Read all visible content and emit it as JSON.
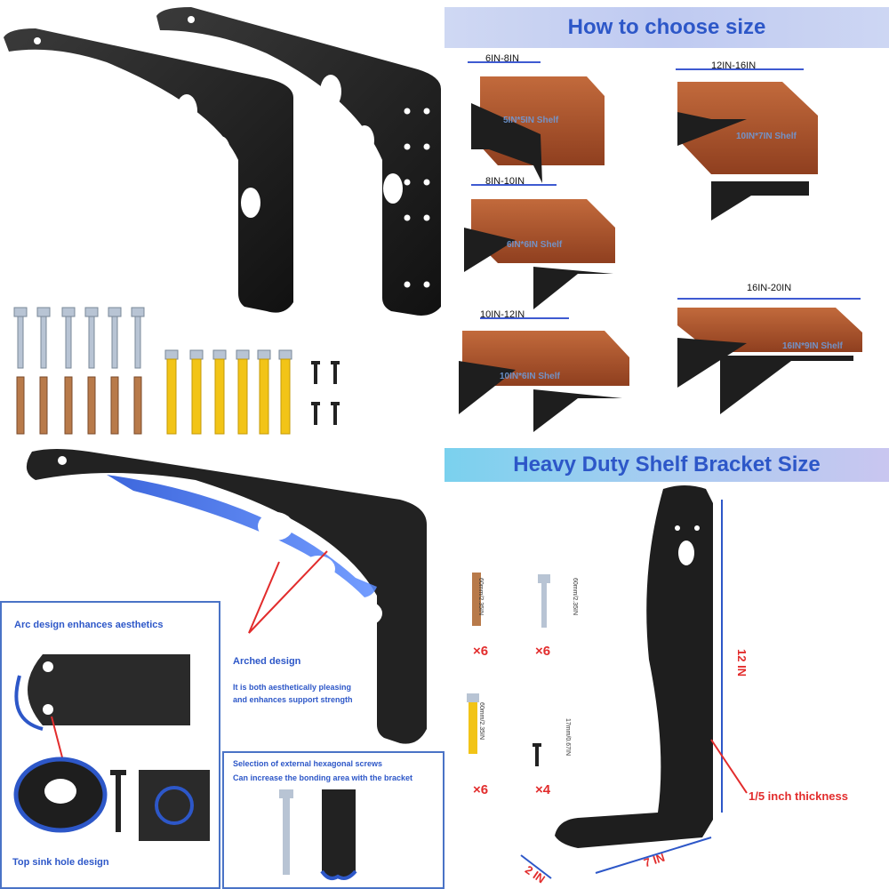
{
  "banners": {
    "choose_size": "How to choose size",
    "heavy_duty": "Heavy Duty Shelf Bracket  Size"
  },
  "shelf_options": [
    {
      "range": "6IN-8IN",
      "shelf": "5IN*5IN Shelf"
    },
    {
      "range": "12IN-16IN",
      "shelf": "10IN*7IN Shelf"
    },
    {
      "range": "8IN-10IN",
      "shelf": "6IN*6IN Shelf"
    },
    {
      "range": "10IN-12IN",
      "shelf": "10IN*6IN Shelf"
    },
    {
      "range": "16IN-20IN",
      "shelf": "16IN*9IN Shelf"
    }
  ],
  "features": {
    "arc_title": "Arc design enhances aesthetics",
    "arched_label": "Arched design",
    "arched_note_1": "It is both aesthetically pleasing",
    "arched_note_2": "and enhances support strength",
    "sink_hole": "Top sink hole design",
    "hex_note_1": "Selection of external hexagonal screws",
    "hex_note_2": "Can increase the bonding area with the bracket"
  },
  "hardware": [
    {
      "qty": "×6",
      "size": "60mm/2.35IN"
    },
    {
      "qty": "×6",
      "size": "60mm/2.35IN"
    },
    {
      "qty": "×6",
      "size": "60mm/2.35IN"
    },
    {
      "qty": "×4",
      "size": "17mm/0.67IN"
    }
  ],
  "dimensions": {
    "height": "12 IN",
    "length": "7 IN",
    "width": "2 IN",
    "thickness": "1/5 inch thickness"
  },
  "colors": {
    "accent_blue": "#2d57c8",
    "red": "#e22c2c",
    "bracket": "#1e1e1e",
    "wood": "#a4522c"
  }
}
